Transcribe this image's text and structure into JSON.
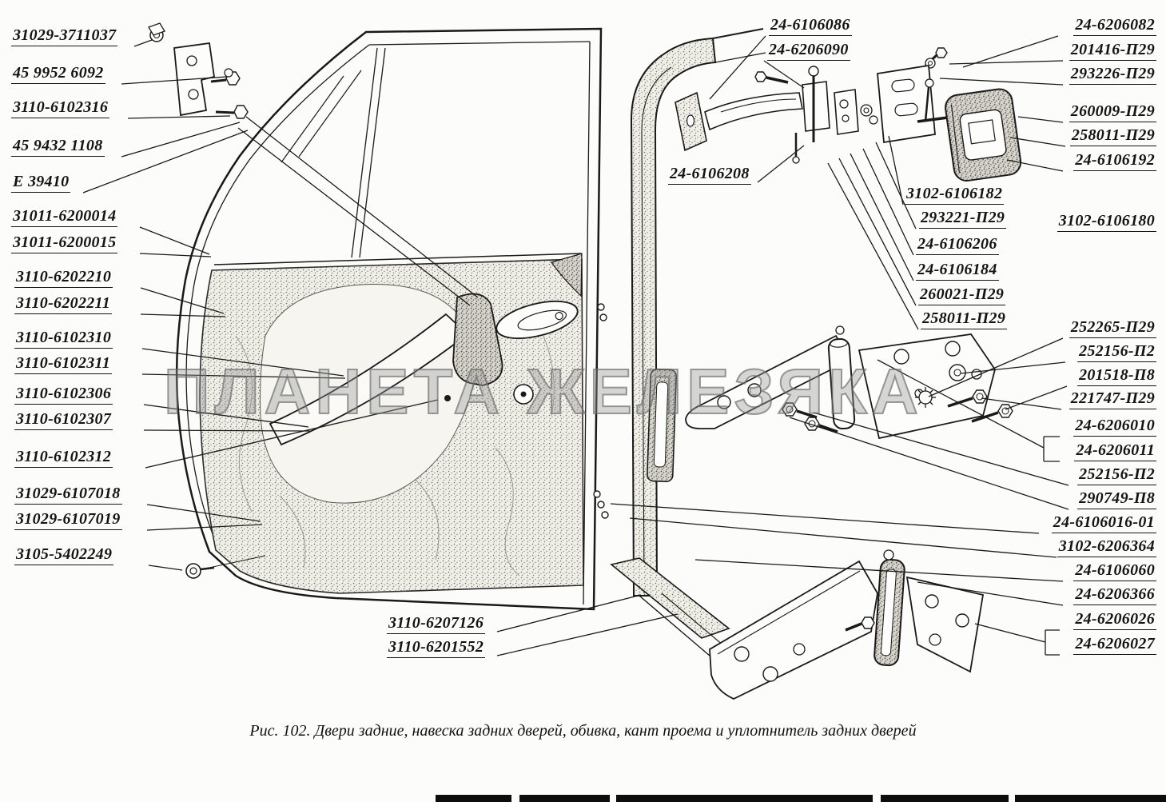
{
  "page": {
    "caption": "Рис. 102. Двери задние, навеска задних дверей, обивка, кант проема и уплотнитель задних дверей",
    "watermark": "ПЛАНЕТА ЖЕЛЕЗЯКА"
  },
  "labels": {
    "left": [
      "31029-3711037",
      "45 9952 6092",
      "3110-6102316",
      "45 9432 1108",
      "Е 39410",
      "31011-6200014",
      "31011-6200015",
      "3110-6202210",
      "3110-6202211",
      "3110-6102310",
      "3110-6102311",
      "3110-6102306",
      "3110-6102307",
      "3110-6102312",
      "31029-6107018",
      "31029-6107019",
      "3105-5402249"
    ],
    "top_center": [
      "24-6106086",
      "24-6206090",
      "24-6106208"
    ],
    "bottom_center": [
      "3110-6207126",
      "3110-6201552"
    ],
    "mid_right_column": [
      "3102-6106182",
      "293221-П29",
      "24-6106206",
      "24-6106184",
      "260021-П29",
      "258011-П29"
    ],
    "right": [
      "24-6206082",
      "201416-П29",
      "293226-П29",
      "260009-П29",
      "258011-П29",
      "24-6106192",
      "3102-6106180",
      "252265-П29",
      "252156-П2",
      "201518-П8",
      "221747-П29",
      "24-6206010",
      "24-6206011",
      "252156-П2",
      "290749-П8",
      "24-6106016-01",
      "3102-6206364",
      "24-6106060",
      "24-6206366",
      "24-6206026",
      "24-6206027"
    ]
  }
}
